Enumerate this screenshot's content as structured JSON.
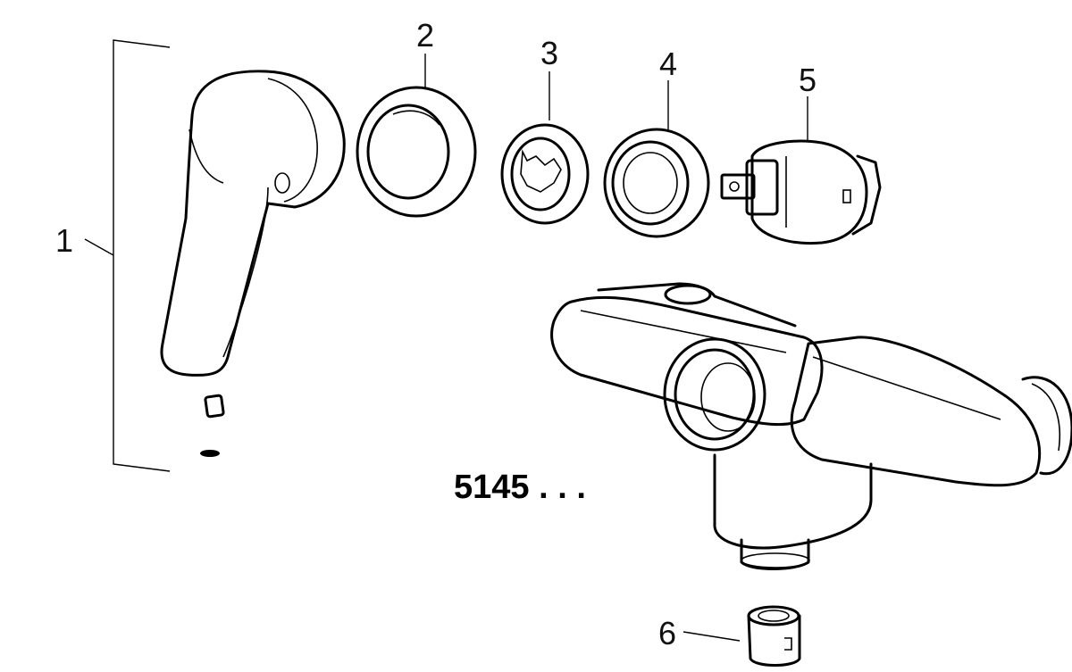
{
  "callouts": {
    "part_1": "1",
    "part_2": "2",
    "part_3": "3",
    "part_4": "4",
    "part_5": "5",
    "part_6": "6"
  },
  "model_code": "5145 . . ."
}
